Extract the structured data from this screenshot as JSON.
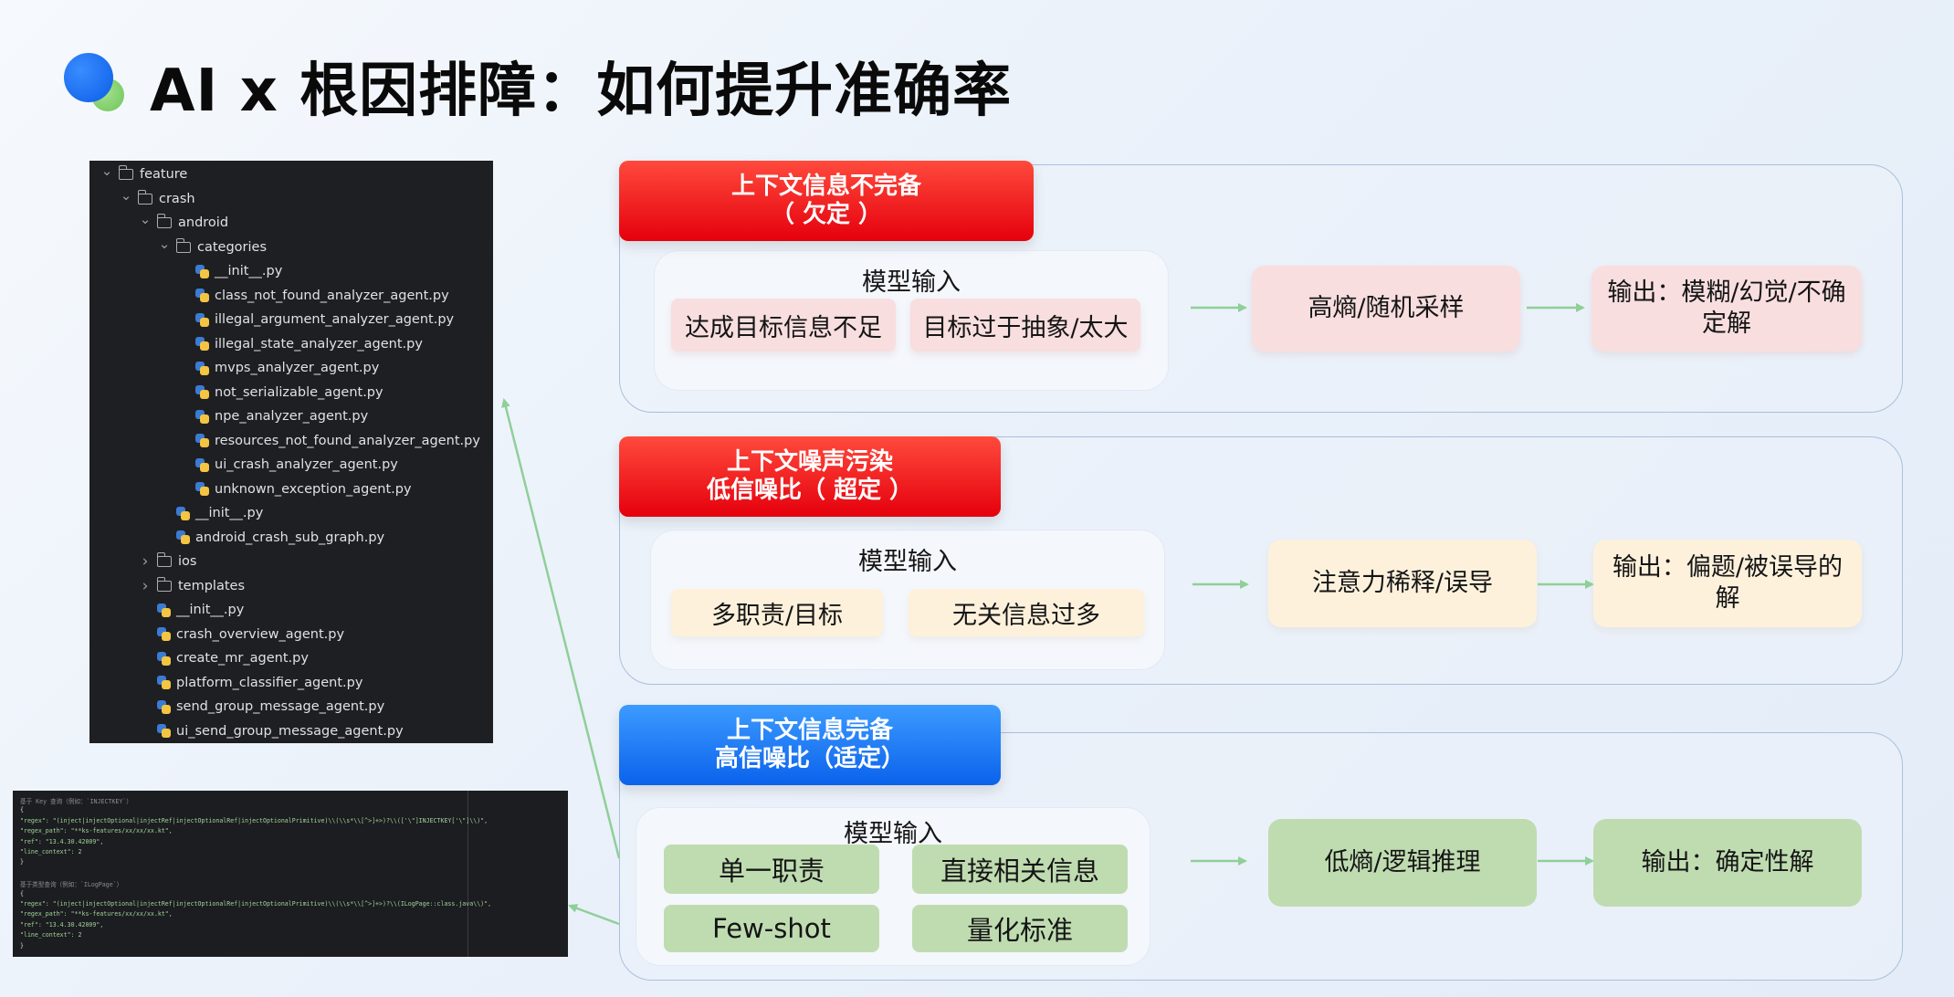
{
  "header": {
    "title": "AI x 根因排障：如何提升准确率"
  },
  "tree": [
    {
      "label": "feature",
      "type": "folder",
      "indent": 0,
      "chevron": "down"
    },
    {
      "label": "crash",
      "type": "folder",
      "indent": 1,
      "chevron": "down"
    },
    {
      "label": "android",
      "type": "folder",
      "indent": 2,
      "chevron": "down"
    },
    {
      "label": "categories",
      "type": "folder",
      "indent": 3,
      "chevron": "down"
    },
    {
      "label": "__init__.py",
      "type": "py",
      "indent": 4
    },
    {
      "label": "class_not_found_analyzer_agent.py",
      "type": "py",
      "indent": 4
    },
    {
      "label": "illegal_argument_analyzer_agent.py",
      "type": "py",
      "indent": 4
    },
    {
      "label": "illegal_state_analyzer_agent.py",
      "type": "py",
      "indent": 4
    },
    {
      "label": "mvps_analyzer_agent.py",
      "type": "py",
      "indent": 4
    },
    {
      "label": "not_serializable_agent.py",
      "type": "py",
      "indent": 4
    },
    {
      "label": "npe_analyzer_agent.py",
      "type": "py",
      "indent": 4
    },
    {
      "label": "resources_not_found_analyzer_agent.py",
      "type": "py",
      "indent": 4
    },
    {
      "label": "ui_crash_analyzer_agent.py",
      "type": "py",
      "indent": 4
    },
    {
      "label": "unknown_exception_agent.py",
      "type": "py",
      "indent": 4
    },
    {
      "label": "__init__.py",
      "type": "py",
      "indent": 3
    },
    {
      "label": "android_crash_sub_graph.py",
      "type": "py",
      "indent": 3
    },
    {
      "label": "ios",
      "type": "folder",
      "indent": 2,
      "chevron": "right"
    },
    {
      "label": "templates",
      "type": "folder",
      "indent": 2,
      "chevron": "right"
    },
    {
      "label": "__init__.py",
      "type": "py",
      "indent": 2
    },
    {
      "label": "crash_overview_agent.py",
      "type": "py",
      "indent": 2
    },
    {
      "label": "create_mr_agent.py",
      "type": "py",
      "indent": 2
    },
    {
      "label": "platform_classifier_agent.py",
      "type": "py",
      "indent": 2
    },
    {
      "label": "send_group_message_agent.py",
      "type": "py",
      "indent": 2
    },
    {
      "label": "ui_send_group_message_agent.py",
      "type": "py",
      "indent": 2
    }
  ],
  "code_lines": [
    {
      "text": "基于 Key 查询（例如：`INJECTKEY`）",
      "cls": "c"
    },
    {
      "text": "{",
      "cls": "w"
    },
    {
      "text": "  \"regex\": \"(inject|injectOptional|injectRef|injectOptionalRef|injectOptionalPrimitive)\\\\(\\\\s*\\\\[^>]+>)?\\\\(['\\\"]INJECTKEY['\\\"]\\\\)\",",
      "cls": ""
    },
    {
      "text": "  \"regex_path\": \"**ks-features/xx/xx/xx.kt\",",
      "cls": ""
    },
    {
      "text": "  \"ref\": \"13.4.30.42009\",",
      "cls": ""
    },
    {
      "text": "  \"line_context\": 2",
      "cls": ""
    },
    {
      "text": "}",
      "cls": "w"
    },
    {
      "text": "",
      "cls": ""
    },
    {
      "text": "基于类型查询（例如：`ILogPage`）",
      "cls": "c"
    },
    {
      "text": "{",
      "cls": "w"
    },
    {
      "text": "  \"regex\": \"(inject|injectOptional|injectRef|injectOptionalRef|injectOptionalPrimitive)\\\\(\\\\s*\\\\[^>]+>)?\\\\(ILogPage::class.java\\\\)\",",
      "cls": ""
    },
    {
      "text": "  \"regex_path\": \"**ks-features/xx/xx/xx.kt\",",
      "cls": ""
    },
    {
      "text": "  \"ref\": \"13.4.30.42009\",",
      "cls": ""
    },
    {
      "text": "  \"line_context\": 2",
      "cls": ""
    },
    {
      "text": "}",
      "cls": "w"
    }
  ],
  "sections": [
    {
      "badge": [
        "上下文信息不完备",
        "（ 欠定 ）"
      ],
      "input_title": "模型输入",
      "chips": [
        "达成目标信息不足",
        "目标过于抽象/太大"
      ],
      "process": "高熵/随机采样",
      "output": "输出：模糊/幻觉/不确定解"
    },
    {
      "badge": [
        "上下文噪声污染",
        "低信噪比（ 超定 ）"
      ],
      "input_title": "模型输入",
      "chips": [
        "多职责/目标",
        "无关信息过多"
      ],
      "process": "注意力稀释/误导",
      "output": "输出：偏题/被误导的解"
    },
    {
      "badge": [
        "上下文信息完备",
        "高信噪比（适定）"
      ],
      "input_title": "模型输入",
      "chips": [
        "单一职责",
        "直接相关信息",
        "Few-shot",
        "量化标准"
      ],
      "process": "低熵/逻辑推理",
      "output": "输出：确定性解"
    }
  ],
  "colors": {
    "red_badge": "#e5000c",
    "blue_badge": "#0b62ec",
    "pink_chip": "#f8dedf",
    "cream_chip": "#fdf1dc",
    "green_chip": "#bfdcb1",
    "arrow": "#8fcf98"
  }
}
